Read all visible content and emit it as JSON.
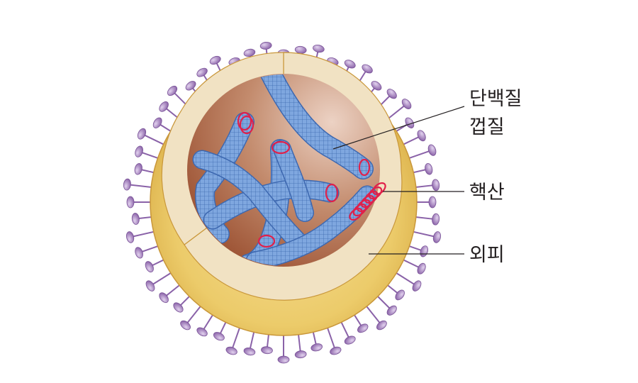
{
  "labels": {
    "capsid_line1": "단백질",
    "capsid_line2": "껍질",
    "nucleic_acid": "핵산",
    "envelope": "외피"
  },
  "colors": {
    "envelope_fill": "#e6c45c",
    "envelope_inner": "#f2e3c4",
    "interior": "#b06a4a",
    "capsid_tube": "#7aa4dd",
    "nucleic_acid": "#e0204a",
    "spike": "#9a78b6"
  }
}
